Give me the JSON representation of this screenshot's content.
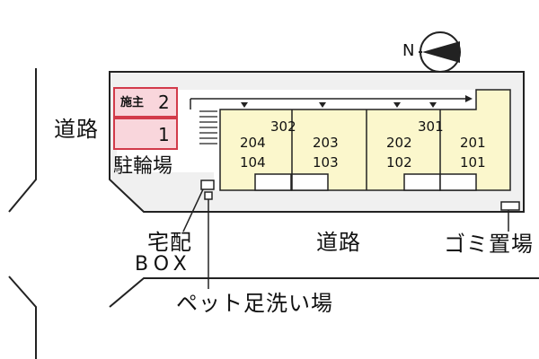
{
  "labels": {
    "road_left": "道路",
    "road_bottom": "道路",
    "delivery_box_line1": "宅配",
    "delivery_box_line2": "BOX",
    "pet_wash": "ペット足洗い場",
    "garbage": "ゴミ置場",
    "bicycle_parking": "駐輪場",
    "north": "N"
  },
  "parking": {
    "owner_label": "施主",
    "space_top": "2",
    "space_bottom": "1"
  },
  "units": {
    "u302": "302",
    "u301": "301",
    "u204": "204",
    "u203": "203",
    "u202": "202",
    "u201": "201",
    "u104": "104",
    "u103": "103",
    "u102": "102",
    "u101": "101"
  },
  "colors": {
    "building_fill": "#fbf7cc",
    "parking_fill": "#f9d6dc",
    "parking_border": "#d23a4a",
    "lot_fill": "#f0f0f0"
  }
}
